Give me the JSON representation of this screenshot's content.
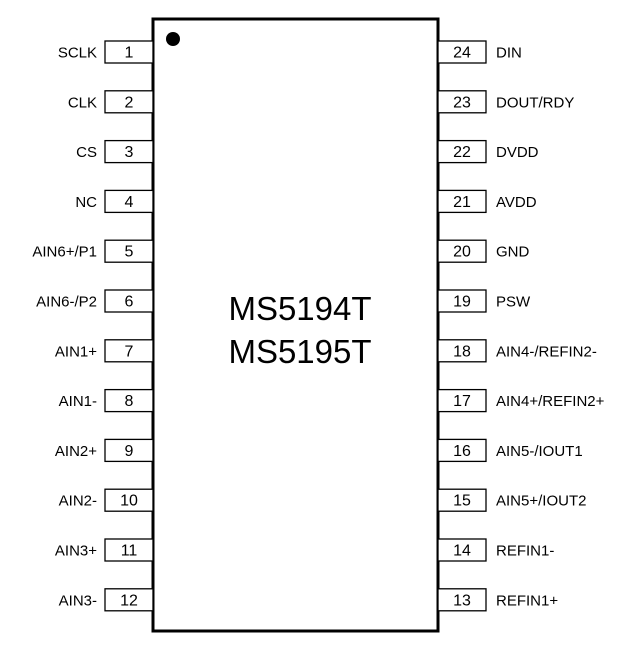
{
  "chip": {
    "part_numbers": [
      "MS5194T",
      "MS5195T"
    ],
    "pin1_marker": "dot"
  },
  "left_pins": [
    {
      "number": "1",
      "label": "SCLK"
    },
    {
      "number": "2",
      "label": "CLK"
    },
    {
      "number": "3",
      "label": "CS"
    },
    {
      "number": "4",
      "label": "NC"
    },
    {
      "number": "5",
      "label": "AIN6+/P1"
    },
    {
      "number": "6",
      "label": "AIN6-/P2"
    },
    {
      "number": "7",
      "label": "AIN1+"
    },
    {
      "number": "8",
      "label": "AIN1-"
    },
    {
      "number": "9",
      "label": "AIN2+"
    },
    {
      "number": "10",
      "label": "AIN2-"
    },
    {
      "number": "11",
      "label": "AIN3+"
    },
    {
      "number": "12",
      "label": "AIN3-"
    }
  ],
  "right_pins": [
    {
      "number": "24",
      "label": "DIN"
    },
    {
      "number": "23",
      "label": "DOUT/RDY"
    },
    {
      "number": "22",
      "label": "DVDD"
    },
    {
      "number": "21",
      "label": "AVDD"
    },
    {
      "number": "20",
      "label": "GND"
    },
    {
      "number": "19",
      "label": "PSW"
    },
    {
      "number": "18",
      "label": "AIN4-/REFIN2-"
    },
    {
      "number": "17",
      "label": "AIN4+/REFIN2+"
    },
    {
      "number": "16",
      "label": "AIN5-/IOUT1"
    },
    {
      "number": "15",
      "label": "AIN5+/IOUT2"
    },
    {
      "number": "14",
      "label": "REFIN1-"
    },
    {
      "number": "13",
      "label": "REFIN1+"
    }
  ]
}
